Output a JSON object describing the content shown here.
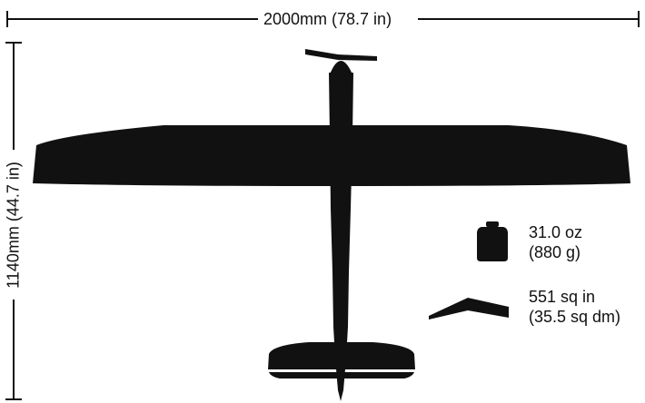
{
  "dimensions": {
    "wingspan": "2000mm (78.7 in)",
    "length": "1140mm (44.7 in)"
  },
  "specs": {
    "weight_line1": "31.0 oz",
    "weight_line2": "(880 g)",
    "area_line1": "551 sq in",
    "area_line2": "(35.5 sq dm)"
  },
  "icons": {
    "weight": "weight-icon",
    "wing_area": "wing-area-icon",
    "aircraft": "glider-silhouette"
  },
  "colors": {
    "ink": "#111111",
    "background": "#ffffff"
  }
}
